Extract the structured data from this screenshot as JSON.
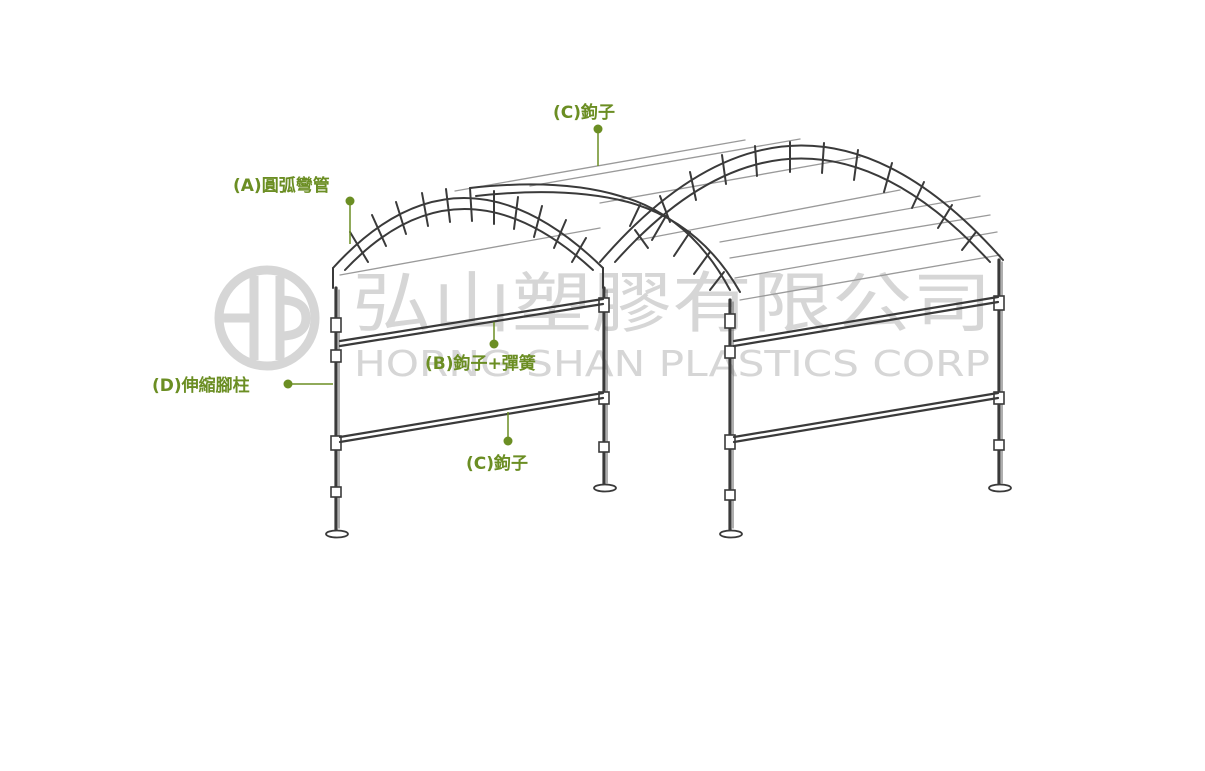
{
  "watermark": {
    "company_name": "弘山塑膠有限公司",
    "company_name_en": "HORNG SHAN PLASTICS CORP"
  },
  "callouts": {
    "arc_pipe": "(A)圓弧彎管",
    "hook_top": "(C)鉤子",
    "hook_spring": "(B)鉤子+彈簧",
    "hook_bottom": "(C)鉤子",
    "telescopic_leg": "(D)伸縮腳柱"
  },
  "colors": {
    "accent": "#6b8e23",
    "frame_stroke": "#3a3a3a",
    "watermark": "#d6d6d6"
  }
}
